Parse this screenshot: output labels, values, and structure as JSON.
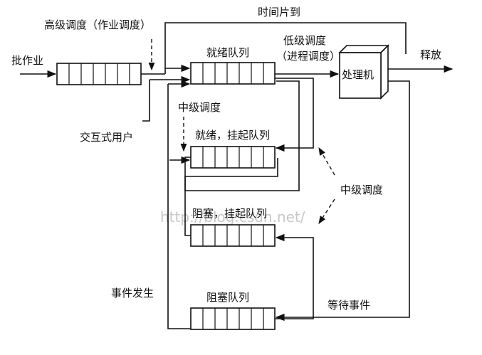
{
  "labels": {
    "high_sched": "高级调度（作业调度）",
    "timeslice": "时间片到",
    "batch": "批作业",
    "ready_queue": "就绪队列",
    "low_sched_1": "低级调度",
    "low_sched_2": "（进程调度）",
    "cpu": "处理机",
    "release": "释放",
    "mid_sched_top": "中级调度",
    "interactive": "交互式用户",
    "ready_suspend": "就绪，挂起队列",
    "mid_sched_right": "中级调度",
    "blocked_suspend": "阻塞，挂起队列",
    "event_occurs": "事件发生",
    "blocked_queue": "阻塞队列",
    "wait_event": "等待事件"
  },
  "watermark": "http://blog.csdn.net/"
}
